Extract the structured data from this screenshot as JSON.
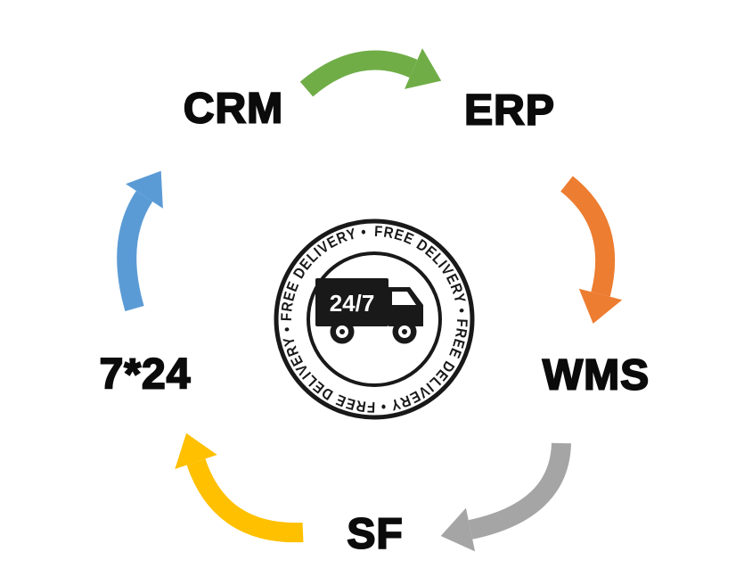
{
  "diagram": {
    "nodes": [
      {
        "id": "crm",
        "label": "CRM"
      },
      {
        "id": "erp",
        "label": "ERP"
      },
      {
        "id": "wms",
        "label": "WMS"
      },
      {
        "id": "sf",
        "label": "SF"
      },
      {
        "id": "seven-24",
        "label": "7*24"
      }
    ],
    "arrows": [
      {
        "from": "CRM",
        "to": "ERP",
        "color": "#70AD47"
      },
      {
        "from": "ERP",
        "to": "WMS",
        "color": "#ED7D31"
      },
      {
        "from": "WMS",
        "to": "SF",
        "color": "#A5A5A5"
      },
      {
        "from": "SF",
        "to": "7*24",
        "color": "#FFC000"
      },
      {
        "from": "7*24",
        "to": "CRM",
        "color": "#5B9BD5"
      }
    ],
    "badge": {
      "ring_text": "FREE DELIVERY • FREE DELIVERY • FREE DELIVERY • FREE DELIVERY •",
      "truck_label": "24/7",
      "color": "#191919"
    }
  }
}
